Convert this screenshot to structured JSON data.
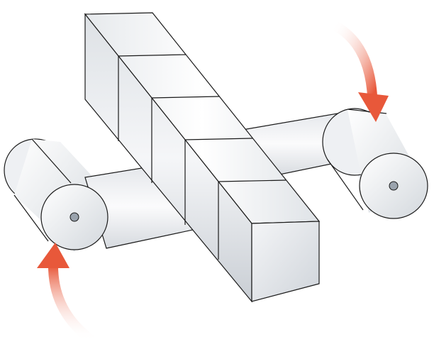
{
  "colors": {
    "arrow": "#e8583a",
    "outline": "#1a1a1a",
    "face_light": "#f2f4f6",
    "face_mid": "#d9dde2",
    "hub": "#9aa3ad"
  },
  "diagram": {
    "cube_count": 5,
    "roll_count": 2,
    "arrow_count": 2
  }
}
